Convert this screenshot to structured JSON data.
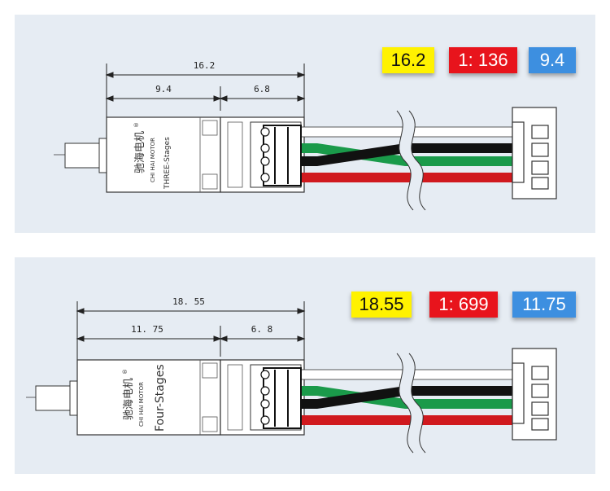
{
  "panels": [
    {
      "overall_length": "16.2",
      "motor_length": "9.4",
      "connector_length": "6.8",
      "brand_cn": "驰海电机",
      "brand_mark": "®",
      "brand_en": "CHI HAI MOTOR",
      "stage_label": "THREE-Stages",
      "badges": {
        "length": "16.2",
        "ratio": "1: 136",
        "motor": "9.4"
      }
    },
    {
      "overall_length": "18. 55",
      "motor_length": "11. 75",
      "connector_length": "6. 8",
      "brand_cn": "驰海电机",
      "brand_mark": "®",
      "brand_en": "CHI HAI MOTOR",
      "stage_label": "Four-Stages",
      "badges": {
        "length": "18.55",
        "ratio": "1: 699",
        "motor": "11.75"
      }
    }
  ],
  "colors": {
    "panel_bg": "#e6ecf3",
    "badge_yellow": "#fff200",
    "badge_red": "#e8141c",
    "badge_blue": "#3d8fe0",
    "wire_white": "#ffffff",
    "wire_black": "#111111",
    "wire_green": "#1a9a4a",
    "wire_red": "#d0191e"
  }
}
